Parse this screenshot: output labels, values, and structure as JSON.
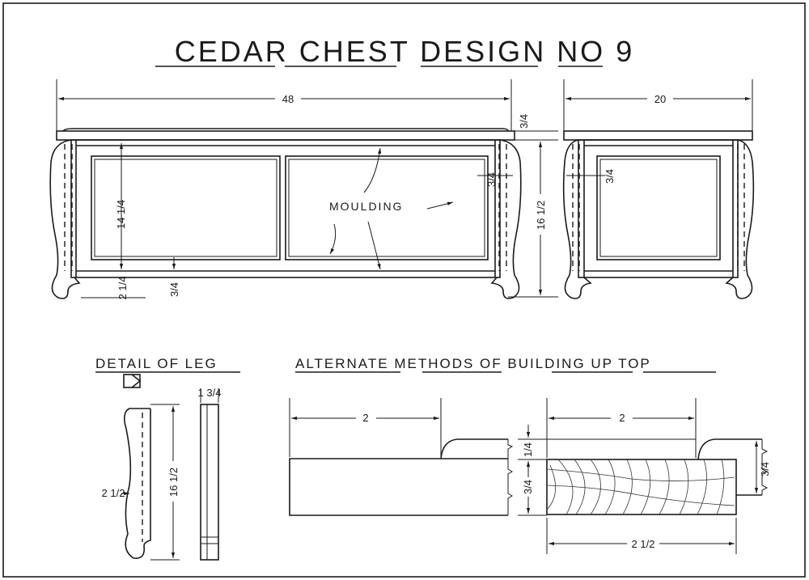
{
  "title": "CEDAR CHEST DESIGN NO 9",
  "front_view": {
    "width_dim": "48",
    "top_thickness_dim": "3/4",
    "height_dim": "16 1/2",
    "panel_height_dim": "14 1/4",
    "leg_clearance_dim": "2 1/4",
    "bottom_rail_dim": "3/4",
    "stile_dim": "3/4",
    "moulding_label": "MOULDING"
  },
  "side_view": {
    "width_dim": "20",
    "stile_dim": "3/4"
  },
  "leg_detail": {
    "heading": "DETAIL OF LEG",
    "height_dim": "16 1/2",
    "thickness_dim": "1 3/4",
    "depth_dim": "2 1/2"
  },
  "top_methods": {
    "heading": "ALTERNATE METHODS OF BUILDING UP TOP",
    "left_overhang_dim": "2",
    "right_overhang_dim": "2",
    "moulding_thickness_dim": "1/4",
    "board_thickness_dim": "3/4",
    "right_moulding_dim": "3/4",
    "right_width_dim": "2 1/2"
  }
}
